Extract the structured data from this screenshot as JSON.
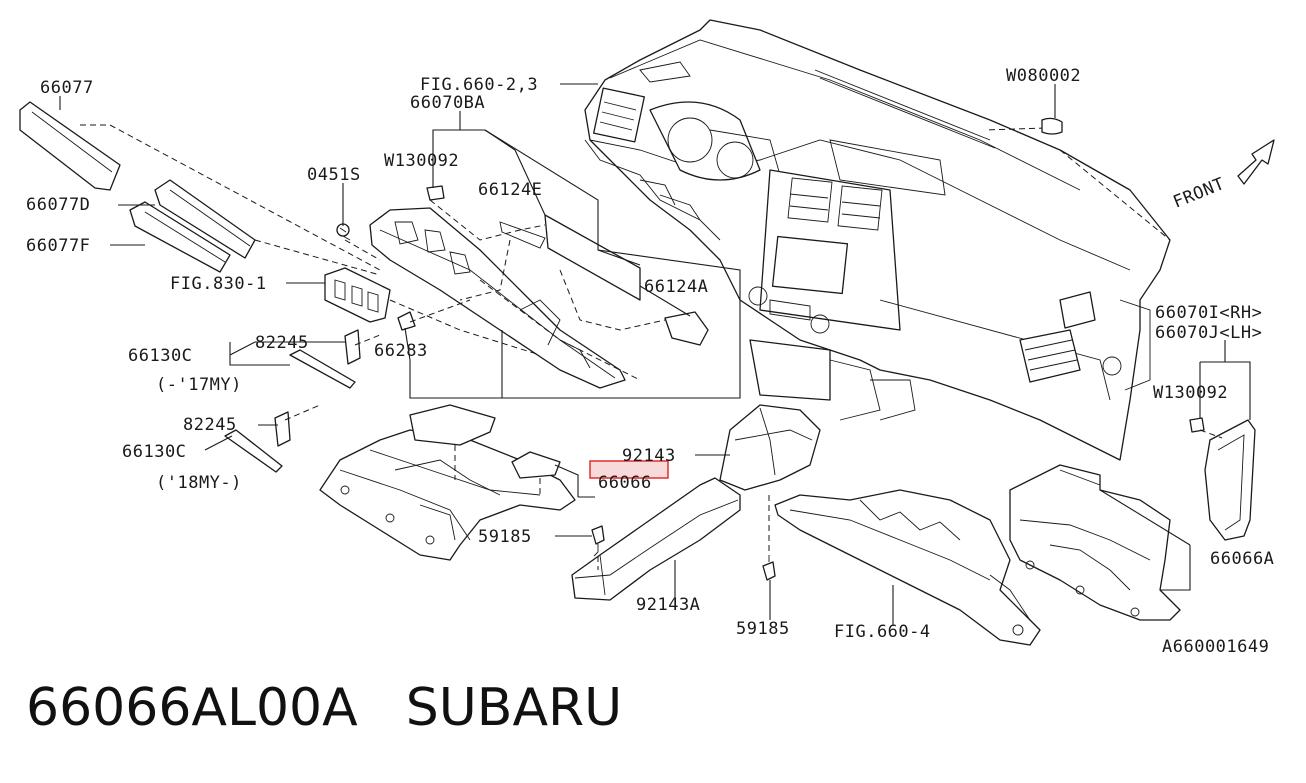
{
  "diagram": {
    "callouts": {
      "c66077": "66077",
      "c66077D": "66077D",
      "c66077F": "66077F",
      "c0451S": "0451S",
      "cW130092a": "W130092",
      "cFIG830": "FIG.830-1",
      "cFIG660_23": "FIG.660-2,3",
      "c66070BA": "66070BA",
      "c66124E": "66124E",
      "c66124A": "66124A",
      "c66130C_a": "66130C",
      "c82245_a": "82245",
      "c17MY": "(-'17MY)",
      "c66283": "66283",
      "c82245_b": "82245",
      "c66130C_b": "66130C",
      "c18MY": "('18MY-)",
      "cW080002": "W080002",
      "cFRONT": "FRONT",
      "c92143": "92143",
      "c66066": "66066",
      "c59185_a": "59185",
      "c92143A": "92143A",
      "c59185_b": "59185",
      "cFIG660_4": "FIG.660-4",
      "c66070I": "66070I<RH>",
      "c66070J": "66070J<LH>",
      "cW130092b": "W130092",
      "c66066A": "66066A",
      "cRef": "A660001649"
    },
    "highlight_color": "#e03030"
  },
  "caption": {
    "part_number": "66066AL00A",
    "brand": "SUBARU"
  }
}
